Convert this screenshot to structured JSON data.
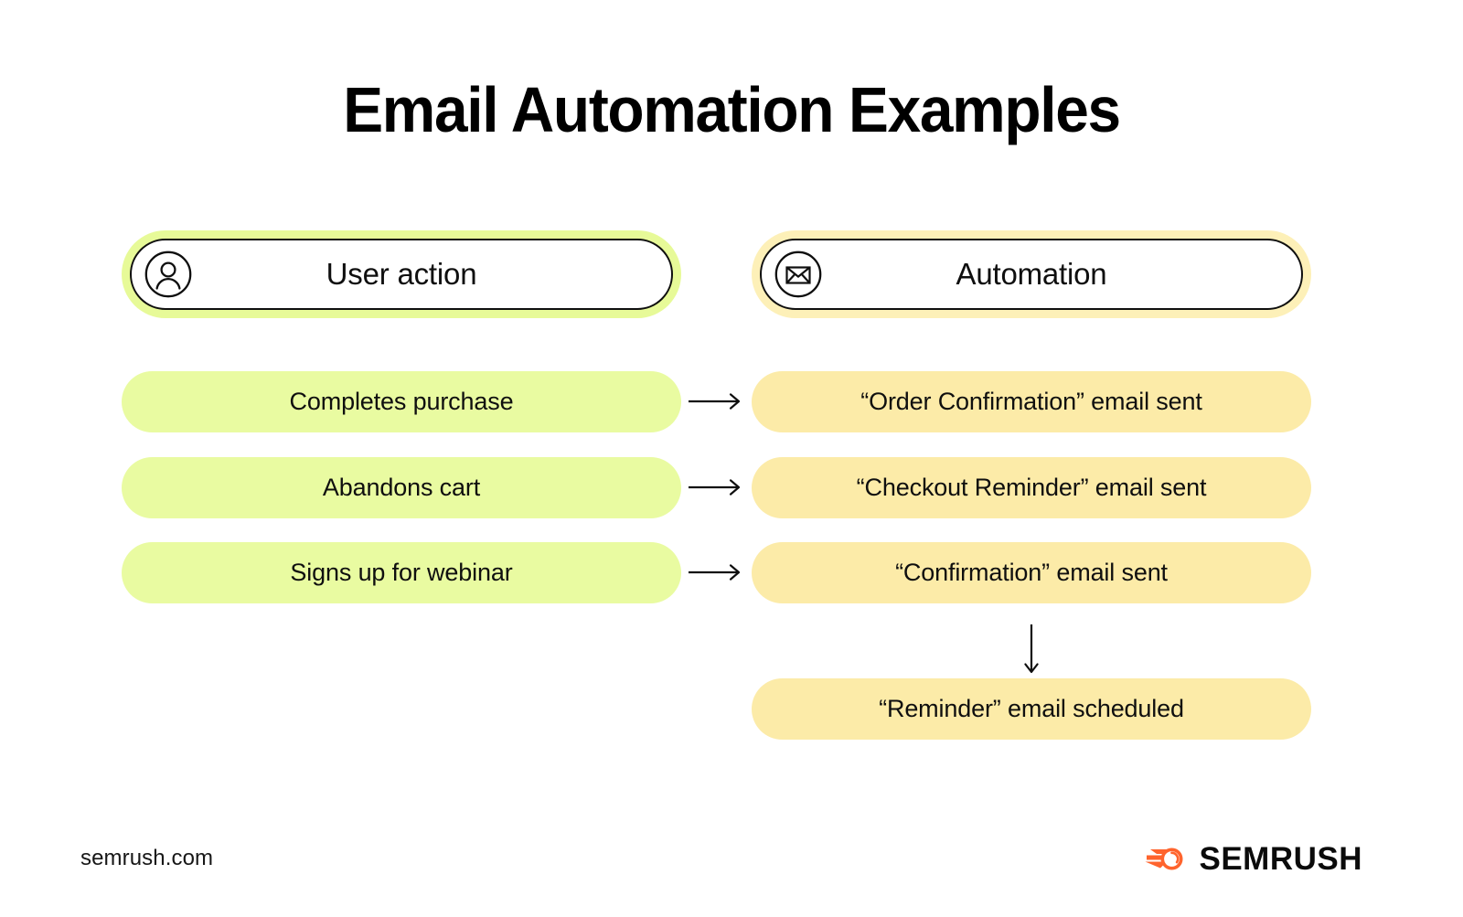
{
  "page": {
    "title": "Email Automation Examples",
    "background": "#FFFFFF"
  },
  "colors": {
    "green_fill": "#E9FBA1",
    "green_header_ring": "#E7FA98",
    "yellow_fill": "#FCEBA8",
    "yellow_header_ring": "#FDF0B8",
    "text": "#0F0F0F",
    "brand_orange": "#FF642D"
  },
  "columns": [
    {
      "id": "user-action",
      "label": "User action",
      "icon": "person-icon",
      "ring_color": "#E7FA98"
    },
    {
      "id": "automation",
      "label": "Automation",
      "icon": "envelope-icon",
      "ring_color": "#FDF0B8"
    }
  ],
  "rows": [
    {
      "action": "Completes purchase",
      "connector": "arrow-right-icon",
      "automation": "“Order Confirmation” email sent"
    },
    {
      "action": "Abandons cart",
      "connector": "arrow-right-icon",
      "automation": "“Checkout Reminder” email sent"
    },
    {
      "action": "Signs up for webinar",
      "connector": "arrow-right-icon",
      "automation": "“Confirmation” email sent"
    }
  ],
  "follow_up": {
    "connector": "arrow-down-icon",
    "automation": "“Reminder” email scheduled"
  },
  "footer": {
    "url": "semrush.com",
    "brand_name": "SEMRUSH",
    "brand_mark": "semrush-comet-logo"
  }
}
